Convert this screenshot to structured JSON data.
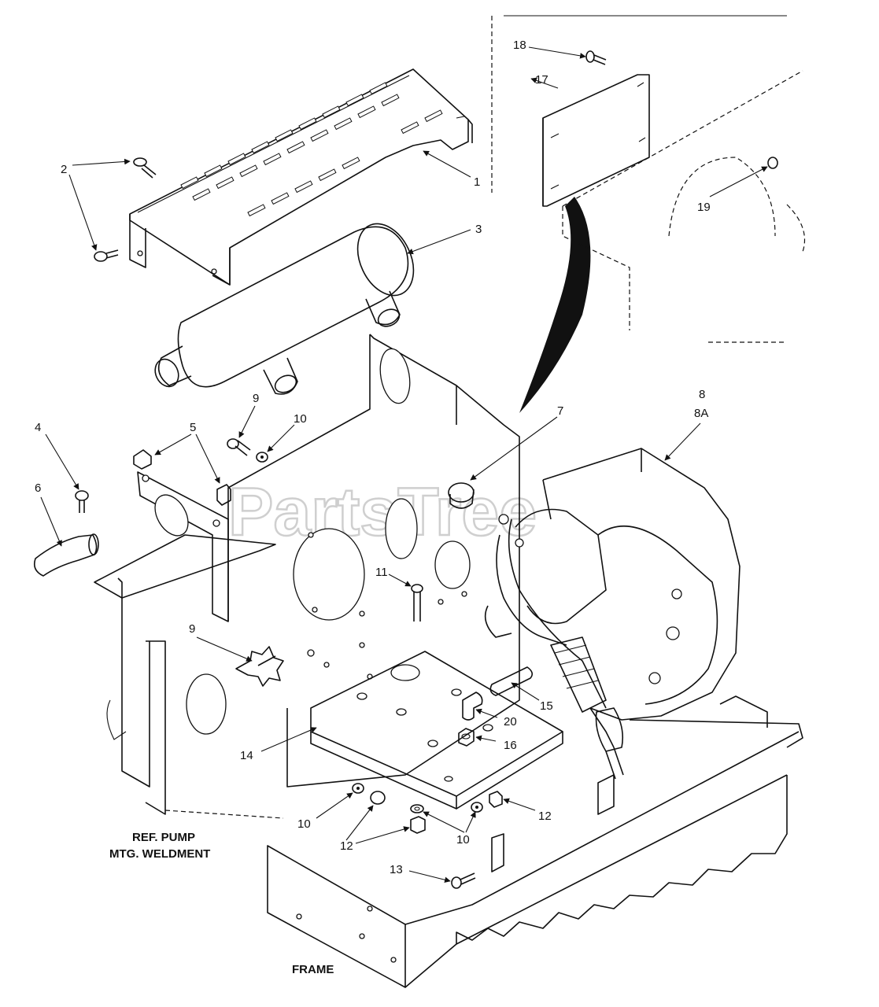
{
  "watermark": "PartsTree",
  "callouts": {
    "c1": "1",
    "c2": "2",
    "c3": "3",
    "c4": "4",
    "c5": "5",
    "c6": "6",
    "c7": "7",
    "c8": "8",
    "c8a": "8A",
    "c9a": "9",
    "c9b": "9",
    "c10a": "10",
    "c10b": "10",
    "c10c": "10",
    "c11": "11",
    "c12a": "12",
    "c12b": "12",
    "c13": "13",
    "c14": "14",
    "c15": "15",
    "c16": "16",
    "c17": "17",
    "c18": "18",
    "c19": "19",
    "c20": "20"
  },
  "references": {
    "pump_line1": "REF. PUMP",
    "pump_line2": "MTG. WELDMENT",
    "frame": "FRAME"
  }
}
